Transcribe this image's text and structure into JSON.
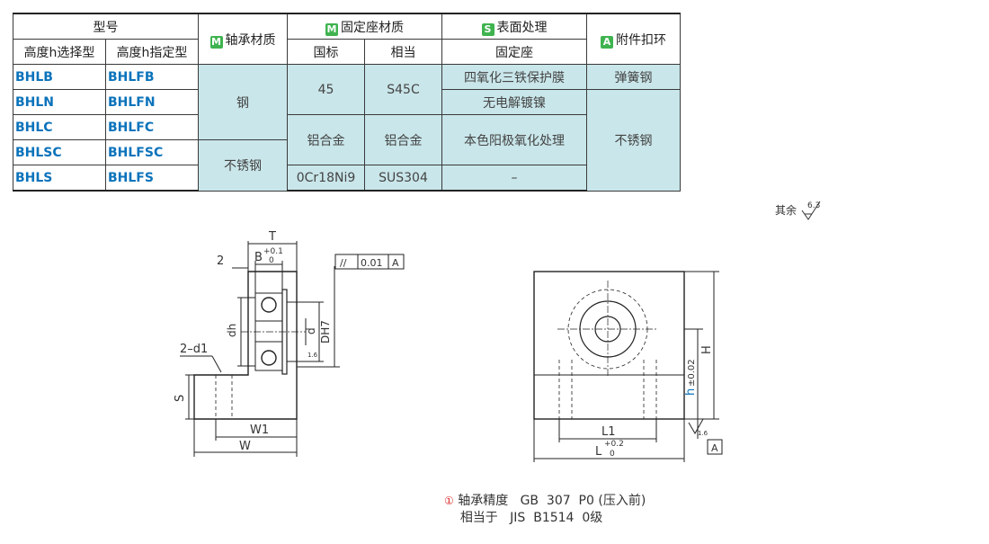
{
  "table": {
    "header": {
      "model": "型号",
      "model_select": "高度h选择型",
      "model_specify": "高度h指定型",
      "bearing_badge": "M",
      "bearing_material": "轴承材质",
      "holder_badge": "M",
      "holder_material": "固定座材质",
      "holder_gb": "国标",
      "holder_equiv": "相当",
      "surface_badge": "S",
      "surface_treatment": "表面处理",
      "surface_holder": "固定座",
      "accessory_badge": "A",
      "accessory_ring": "附件扣环"
    },
    "rows": [
      {
        "select": "BHLB",
        "specify": "BHLFB"
      },
      {
        "select": "BHLN",
        "specify": "BHLFN"
      },
      {
        "select": "BHLC",
        "specify": "BHLFC"
      },
      {
        "select": "BHLSC",
        "specify": "BHLFSC"
      },
      {
        "select": "BHLS",
        "specify": "BHLFS"
      }
    ],
    "cells": {
      "bearing_steel": "钢",
      "bearing_stainless": "不锈钢",
      "holder_45": "45",
      "holder_s45c": "S45C",
      "holder_al": "铝合金",
      "holder_al_equiv": "铝合金",
      "holder_0cr": "0Cr18Ni9",
      "holder_sus": "SUS304",
      "surface_black_oxide": "四氧化三铁保护膜",
      "surface_electroless": "无电解镀镍",
      "surface_anodize": "本色阳极氧化处理",
      "surface_none": "–",
      "ring_spring_steel": "弹簧钢",
      "ring_stainless": "不锈钢"
    }
  },
  "roughness": {
    "label": "其余",
    "value": "6.3"
  },
  "side_view": {
    "T": "T",
    "two": "2",
    "B": "B",
    "B_tol_upper": "+0.1",
    "B_tol_lower": "0",
    "parallel_symbol": "//",
    "parallel_value": "0.01",
    "parallel_datum": "A",
    "dh": "dh",
    "d": "d",
    "DH7": "DH7",
    "finish": "1.6",
    "two_d1": "2–d1",
    "S": "S",
    "W1": "W1",
    "W": "W"
  },
  "front_view": {
    "H": "H",
    "h": "h",
    "h_tol": "±0.02",
    "L1": "L1",
    "L": "L",
    "L_tol_upper": "+0.2",
    "L_tol_lower": "0",
    "finish": "1.6",
    "datum": "A"
  },
  "notes": {
    "line1_marker": "①",
    "line1_label": "轴承精度",
    "line1_value": "GB  307  P0 (压入前)",
    "line2_label": "相当于",
    "line2_value": "JIS  B1514  0级"
  }
}
